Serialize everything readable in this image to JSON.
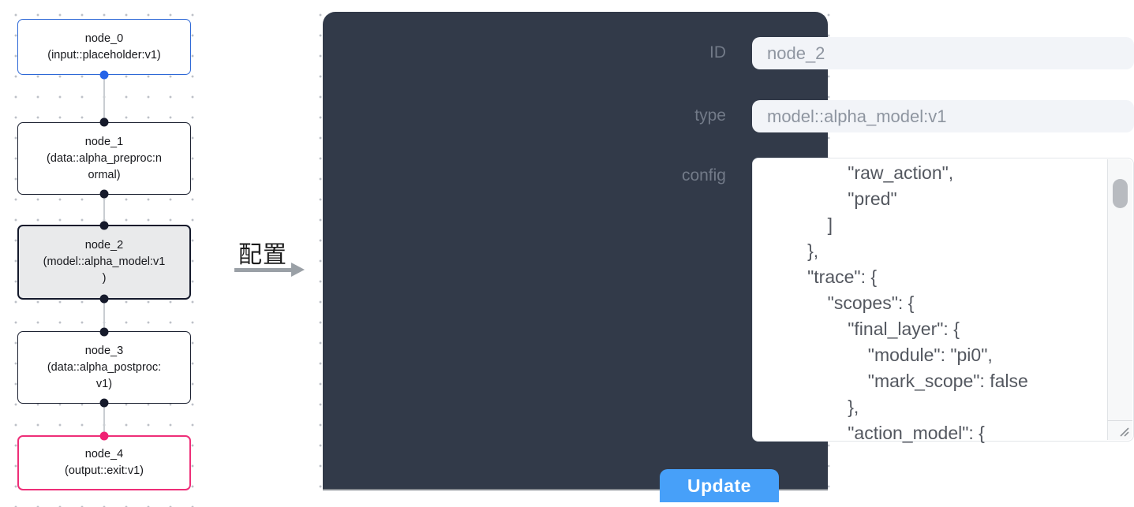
{
  "graph": {
    "nodes": [
      {
        "title": "node_0",
        "subtitle_lines": [
          "(input::placeholder:v1)"
        ],
        "variant": "input"
      },
      {
        "title": "node_1",
        "subtitle_lines": [
          "(data::alpha_preproc:n",
          "ormal)"
        ],
        "variant": "default"
      },
      {
        "title": "node_2",
        "subtitle_lines": [
          "(model::alpha_model:v1",
          ")"
        ],
        "variant": "selected"
      },
      {
        "title": "node_3",
        "subtitle_lines": [
          "(data::alpha_postproc:",
          "v1)"
        ],
        "variant": "default"
      },
      {
        "title": "node_4",
        "subtitle_lines": [
          "(output::exit:v1)"
        ],
        "variant": "output"
      }
    ]
  },
  "annotation": {
    "label": "配置"
  },
  "panel": {
    "id_label": "ID",
    "id_value": "node_2",
    "type_label": "type",
    "type_value": "model::alpha_model:v1",
    "config_label": "config",
    "config_text": "                \"raw_action\",\n                \"pred\"\n            ]\n        },\n        \"trace\": {\n            \"scopes\": {\n                \"final_layer\": {\n                    \"module\": \"pi0\",\n                    \"mark_scope\": false\n                },\n                \"action_model\": {",
    "update_label": "Update"
  },
  "colors": {
    "panel_bg": "#323a49",
    "accent_blue": "#2d68d6",
    "accent_pink": "#ee2e78",
    "button_blue": "#47a0f9",
    "selected_node_fill": "#e9eaeb",
    "port_dark": "#161a2b"
  }
}
